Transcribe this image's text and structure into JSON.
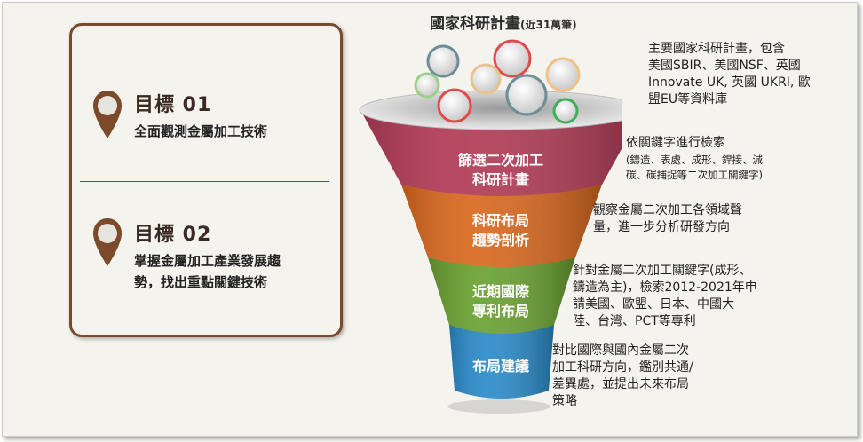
{
  "goals": [
    {
      "title": "目標 01",
      "text": "全面觀測金屬加工技術"
    },
    {
      "title": "目標 02",
      "text_line1": "掌握金屬加工產業發展趨",
      "text_line2": "勢，找出重點關鍵技術"
    }
  ],
  "funnel": {
    "top_title": "國家科研計畫",
    "top_title_note": "(近31萬筆)",
    "stages": [
      {
        "label_line1": "篩選二次加工",
        "label_line2": "科研計畫",
        "color": "#b13a55"
      },
      {
        "label_line1": "科研布局",
        "label_line2": "趨勢剖析",
        "color": "#d9681e"
      },
      {
        "label_line1": "近期國際",
        "label_line2": "專利布局",
        "color": "#6aa131"
      },
      {
        "label_line1": "布局建議",
        "color": "#2a8bc9"
      }
    ]
  },
  "descriptions": {
    "source": [
      "主要國家科研計畫，包含",
      "美國SBIR、美國NSF、英國",
      "Innovate UK, 英國 UKRI, 歐",
      "盟EU等資料庫"
    ],
    "stage1": [
      "依關鍵字進行檢索"
    ],
    "stage1_note": [
      "(鑄造、表處、成形、銲接、減",
      "碳、碳捕捉等二次加工關鍵字)"
    ],
    "stage2": [
      "觀察金屬二次加工各領域聲",
      "量，進一步分析研發方向"
    ],
    "stage3": [
      "針對金屬二次加工關鍵字(成形、",
      "鑄造為主)，檢索2012-2021年申",
      "請美國、歐盟、日本、中國大",
      "陸、台灣、PCT等專利"
    ],
    "stage4": [
      "對比國際與國內金屬二次",
      "加工科研方向，鑑別共通/",
      "差異處，並提出未來布局",
      "策略"
    ]
  },
  "colors": {
    "brown": "#7a4a2a",
    "pin": "#7a4a2a"
  }
}
